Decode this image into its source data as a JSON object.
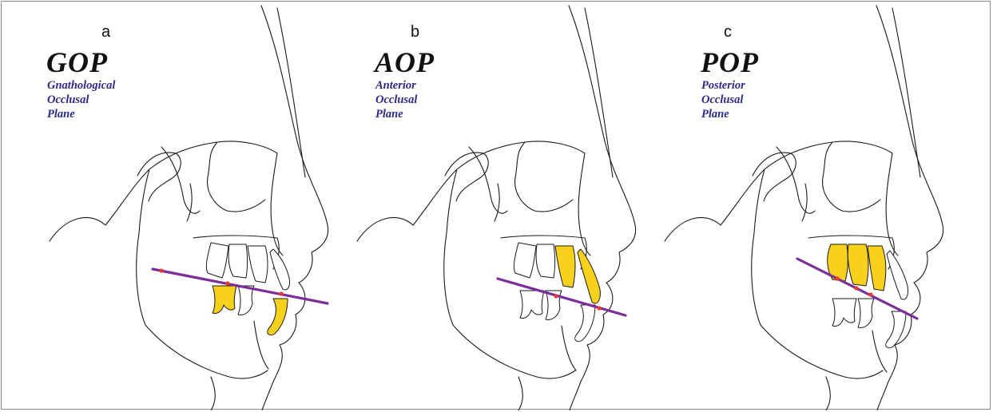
{
  "panels": [
    {
      "letter": "a",
      "abbreviation": "GOP",
      "words": [
        "Gnathological",
        "Occlusal",
        "Plane"
      ],
      "highlighted_teeth": [
        "lower-first-molar",
        "lower-incisor"
      ]
    },
    {
      "letter": "b",
      "abbreviation": "AOP",
      "words": [
        "Anterior",
        "Occlusal",
        "Plane"
      ],
      "highlighted_teeth": [
        "upper-premolar",
        "upper-incisor"
      ]
    },
    {
      "letter": "c",
      "abbreviation": "POP",
      "words": [
        "Posterior",
        "Occlusal",
        "Plane"
      ],
      "highlighted_teeth": [
        "upper-second-molar",
        "upper-first-molar",
        "upper-premolar"
      ]
    }
  ],
  "colors": {
    "plane_line": "#7b2d9a",
    "landmark_point": "#e83a2a",
    "highlighted_tooth": "#f7d11c",
    "label_text": "#2b2a87"
  }
}
